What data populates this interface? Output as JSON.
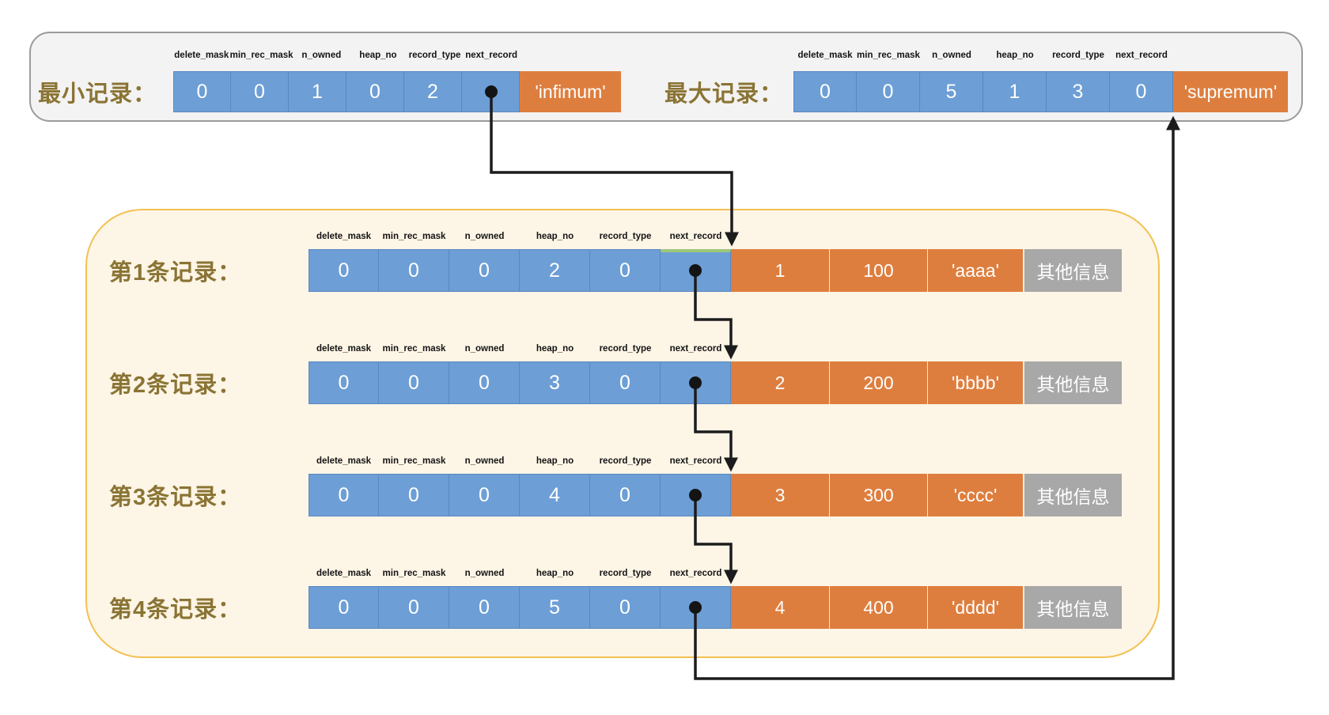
{
  "field_labels": [
    "delete_mask",
    "min_rec_mask",
    "n_owned",
    "heap_no",
    "record_type",
    "next_record"
  ],
  "system_records": {
    "min_record": {
      "label": "最小记录：",
      "cells": [
        "0",
        "0",
        "1",
        "0",
        "2",
        ""
      ],
      "value": "'infimum'"
    },
    "max_record": {
      "label": "最大记录：",
      "cells": [
        "0",
        "0",
        "5",
        "1",
        "3",
        "0"
      ],
      "value": "'supremum'"
    }
  },
  "user_records": [
    {
      "label": "第1条记录：",
      "cells": [
        "0",
        "0",
        "0",
        "2",
        "0",
        ""
      ],
      "data": [
        "1",
        "100",
        "'aaaa'"
      ],
      "extra": "其他信息"
    },
    {
      "label": "第2条记录：",
      "cells": [
        "0",
        "0",
        "0",
        "3",
        "0",
        ""
      ],
      "data": [
        "2",
        "200",
        "'bbbb'"
      ],
      "extra": "其他信息"
    },
    {
      "label": "第3条记录：",
      "cells": [
        "0",
        "0",
        "0",
        "4",
        "0",
        ""
      ],
      "data": [
        "3",
        "300",
        "'cccc'"
      ],
      "extra": "其他信息"
    },
    {
      "label": "第4条记录：",
      "cells": [
        "0",
        "0",
        "0",
        "5",
        "0",
        ""
      ],
      "data": [
        "4",
        "400",
        "'dddd'"
      ],
      "extra": "其他信息"
    }
  ],
  "colors": {
    "cell_blue": "#6d9ed6",
    "cell_orange": "#de7e3e",
    "cell_gray": "#a8a8a8",
    "panel_top_bg": "#f3f3f3",
    "panel_top_border": "#9b9b9b",
    "panel_main_bg": "#fdf5e6",
    "panel_main_border": "#f2c152",
    "label_text": "#8a7434",
    "arrow": "#1c1c1c",
    "next_record_highlight": "#9dc779"
  }
}
